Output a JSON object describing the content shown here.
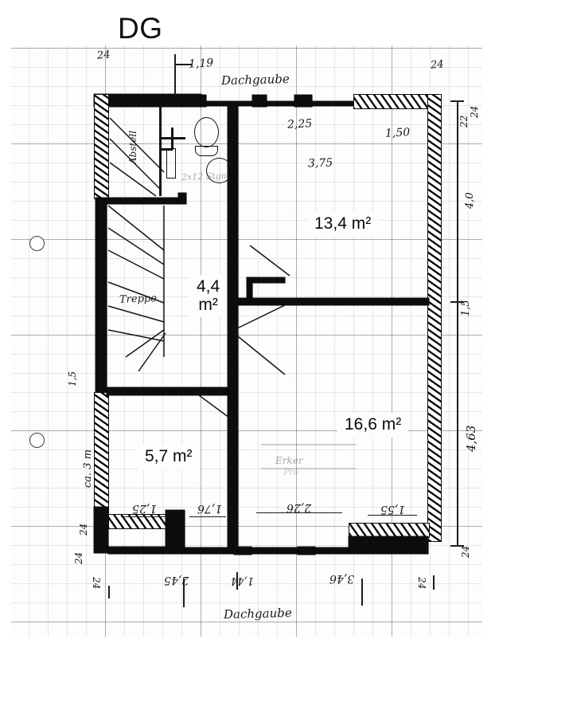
{
  "document": {
    "title": "DG",
    "kind": "hand-drawn-floor-plan-on-graph-paper"
  },
  "rooms": [
    {
      "id": "room-13-4",
      "area_label": "13,4 m²"
    },
    {
      "id": "room-16-6",
      "area_label": "16,6 m²"
    },
    {
      "id": "room-5-7",
      "area_label": "5,7 m²"
    },
    {
      "id": "room-4-4",
      "area_label": "4,4\nm²"
    }
  ],
  "annotations": {
    "dachgaube_top": "Dachgaube",
    "dachgaube_bottom": "Dachgaube",
    "treppe": "Treppe",
    "abstell": "Abstell",
    "erker": "Erker",
    "erker_sub": "Pro",
    "stair_note": "2x12 Stgn."
  },
  "dimensions": {
    "top": [
      {
        "id": "top-24-left",
        "text": "24"
      },
      {
        "id": "top-1-19",
        "text": "1,19"
      },
      {
        "id": "top-24-right",
        "text": "24"
      }
    ],
    "inner_top": [
      {
        "id": "inner-2-25",
        "text": "2,25"
      },
      {
        "id": "inner-1-50",
        "text": "1,50"
      },
      {
        "id": "inner-3-75",
        "text": "3,75"
      }
    ],
    "right": [
      {
        "id": "right-22",
        "text": "22"
      },
      {
        "id": "right-24",
        "text": "24"
      },
      {
        "id": "right-4-0",
        "text": "4,0"
      },
      {
        "id": "right-1-5",
        "text": "1,5"
      },
      {
        "id": "right-4-63",
        "text": "4,63"
      },
      {
        "id": "right-24-b",
        "text": "24"
      }
    ],
    "left": [
      {
        "id": "left-24-top",
        "text": "24"
      },
      {
        "id": "left-1-5",
        "text": "1,5"
      },
      {
        "id": "left-ca-3m",
        "text": "ca. 3 m"
      },
      {
        "id": "left-24-bot",
        "text": "24"
      }
    ],
    "inner_bottom": [
      {
        "id": "ib-1-25",
        "text": "1,25"
      },
      {
        "id": "ib-1-76",
        "text": "1,76"
      },
      {
        "id": "ib-2-26",
        "text": "2,26"
      },
      {
        "id": "ib-1-55",
        "text": "1,55"
      }
    ],
    "bottom": [
      {
        "id": "bot-24-left",
        "text": "24"
      },
      {
        "id": "bot-2-45",
        "text": "2,45"
      },
      {
        "id": "bot-1-44",
        "text": "1,44"
      },
      {
        "id": "bot-3-46",
        "text": "3,46"
      },
      {
        "id": "bot-24-right",
        "text": "24"
      }
    ]
  }
}
